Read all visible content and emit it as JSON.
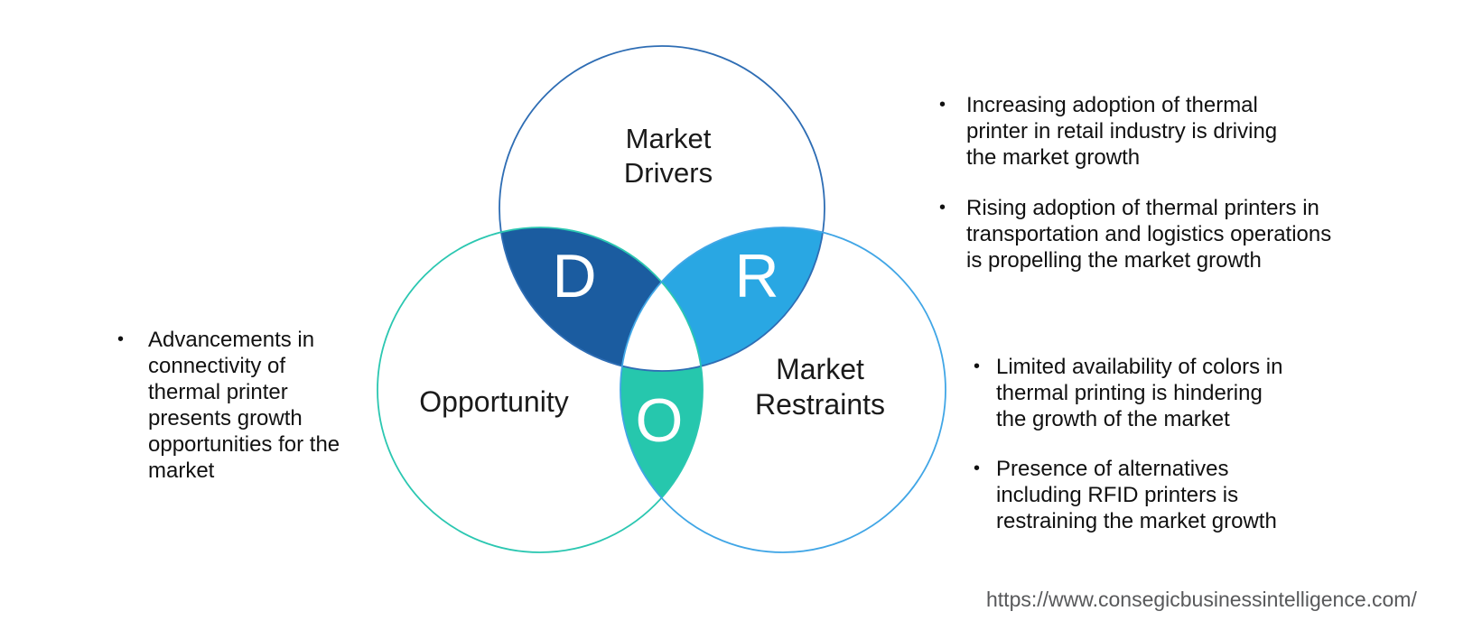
{
  "colors": {
    "background": "#ffffff",
    "drivers_circle_stroke": "#2E6DB4",
    "opportunity_circle_stroke": "#2BC7B1",
    "restraints_circle_stroke": "#41A6E6",
    "d_lens_fill": "#1B5CA0",
    "r_lens_fill": "#29A7E3",
    "o_lens_fill": "#26C7AD",
    "center_fill": "#ffffff",
    "lens_letter_color": "#ffffff",
    "label_text_color": "#1a1a1a",
    "note_text_color": "#111111",
    "url_text_color": "#58595B"
  },
  "venn": {
    "drivers_label": {
      "line1": "Market",
      "line2": "Drivers"
    },
    "opportunity_label": "Opportunity",
    "restraints_label": {
      "line1": "Market",
      "line2": "Restraints"
    },
    "d_letter": "D",
    "r_letter": "R",
    "o_letter": "O"
  },
  "notes": {
    "opportunity": {
      "bullet": "•",
      "text": "Advancements in\nconnectivity of\nthermal printer\npresents growth\nopportunities for the\nmarket"
    },
    "drivers": [
      {
        "bullet": "•",
        "text": "Increasing adoption of thermal\nprinter in retail industry is driving\nthe market growth"
      },
      {
        "bullet": "•",
        "text": "Rising adoption of thermal printers in\ntransportation and logistics operations\nis propelling the market growth"
      }
    ],
    "restraints": [
      {
        "bullet": "•",
        "text": "Limited availability of colors in\nthermal printing is hindering\nthe growth of the market"
      },
      {
        "bullet": "•",
        "text": "Presence of alternatives\nincluding RFID printers is\nrestraining the market growth"
      }
    ]
  },
  "footer": {
    "url": "https://www.consegicbusinessintelligence.com/"
  }
}
